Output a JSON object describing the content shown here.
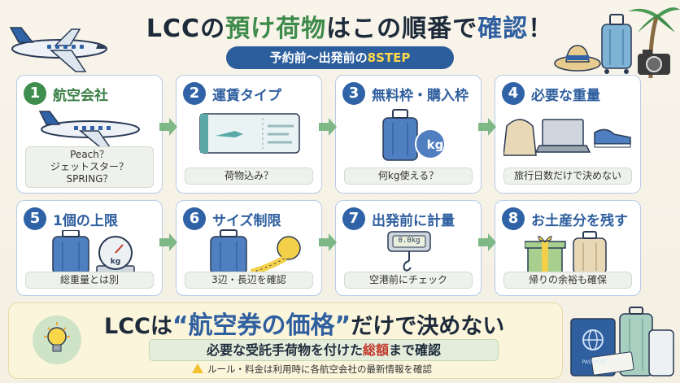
{
  "header": {
    "title_part1": "LCCの",
    "title_part2": "預け荷物",
    "title_part3": "はこの順番で",
    "title_part4": "確認",
    "title_part5": "！",
    "subtitle_part1": "予約前〜出発前の",
    "subtitle_part2": "8STEP"
  },
  "steps": [
    {
      "num": "1",
      "title": "航空会社",
      "note_lines": [
        "Peach？",
        "ジェットスター？",
        "SPRING？"
      ]
    },
    {
      "num": "2",
      "title": "運賃タイプ",
      "note_lines": [
        "荷物込み？"
      ]
    },
    {
      "num": "3",
      "title": "無料枠・購入枠",
      "note_lines": [
        "何kg使える？"
      ],
      "badge": "kg"
    },
    {
      "num": "4",
      "title": "必要な重量",
      "note_lines": [
        "旅行日数だけで決めない"
      ]
    },
    {
      "num": "5",
      "title": "1個の上限",
      "note_lines": [
        "総重量とは別"
      ],
      "badge": "kg"
    },
    {
      "num": "6",
      "title": "サイズ制限",
      "note_lines": [
        "3辺・長辺を確認"
      ]
    },
    {
      "num": "7",
      "title": "出発前に計量",
      "note_lines": [
        "空港前にチェック"
      ],
      "display": "0.0kg"
    },
    {
      "num": "8",
      "title": "お土産分を残す",
      "note_lines": [
        "帰りの余裕も確保"
      ]
    }
  ],
  "bottom": {
    "main_part1": "LCCは",
    "main_part2": "“航空券の価格”",
    "main_part3": "だけで決めない",
    "sub_part1": "必要な受託手荷物を付けた",
    "sub_part2": "総額",
    "sub_part3": "まで確認",
    "warning": "ルール・料金は利用時に各航空会社の最新情報を確認",
    "passport_label": "PASSPORT"
  }
}
